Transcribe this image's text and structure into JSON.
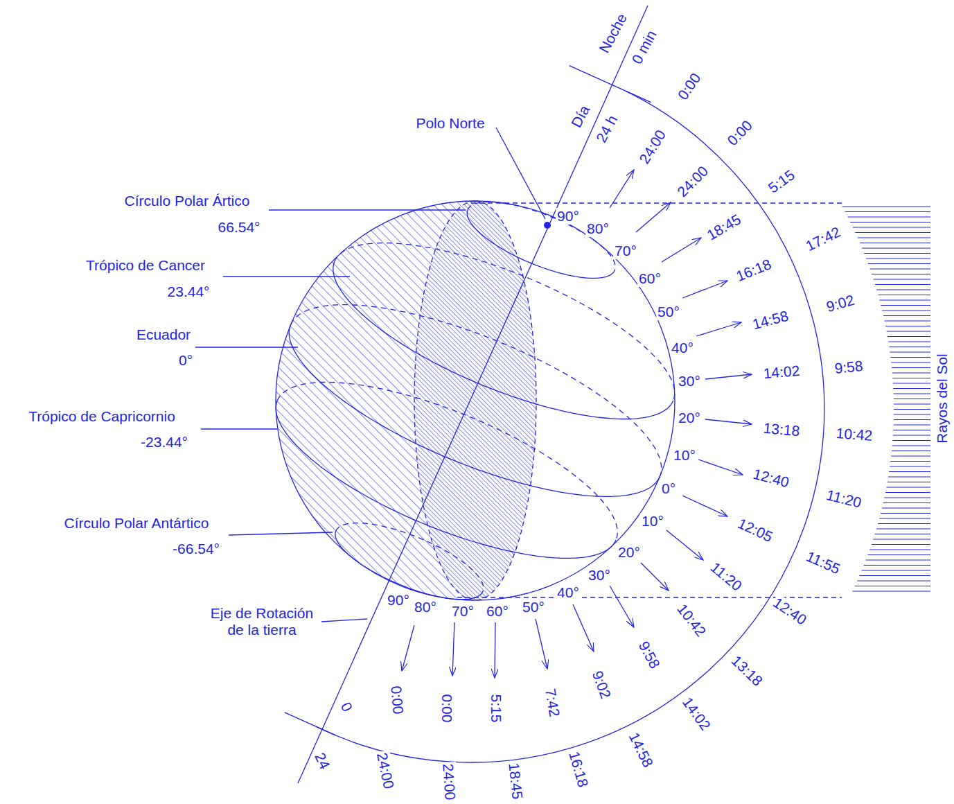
{
  "diagram": {
    "labels": [
      "Polo Norte",
      "Círculo Polar Ártico",
      "66.54°",
      "Trópico de Cancer",
      "23.44°",
      "Ecuador",
      "0°",
      "Trópico de Capricornio",
      "-23.44°",
      "Círculo Polar Antártico",
      "-66.54°",
      "Eje de Rotación de la tierra",
      "Rayos del Sol",
      "Noche",
      "0 min",
      "Día",
      "24 h",
      "0",
      "24",
      "90°",
      "80°",
      "70°",
      "60°",
      "50°",
      "40°",
      "30°",
      "20°",
      "10°",
      "0°",
      "10°",
      "20°",
      "30°",
      "40°",
      "50°",
      "60°",
      "70°",
      "80°",
      "90°",
      "24:00",
      "24:00",
      "18:45",
      "16:18",
      "14:58",
      "14:02",
      "13:18",
      "12:40",
      "12:05",
      "11:20",
      "10:42",
      "9:58",
      "9:02",
      "7:42",
      "5:15",
      "0:00",
      "0:00",
      "0:00",
      "0:00",
      "5:15",
      "17:42",
      "9:02",
      "9:58",
      "10:42",
      "11:20",
      "11:55",
      "12:40",
      "13:18",
      "14:02",
      "14:58",
      "16:18",
      "18:45",
      "24:00",
      "24:00"
    ]
  }
}
